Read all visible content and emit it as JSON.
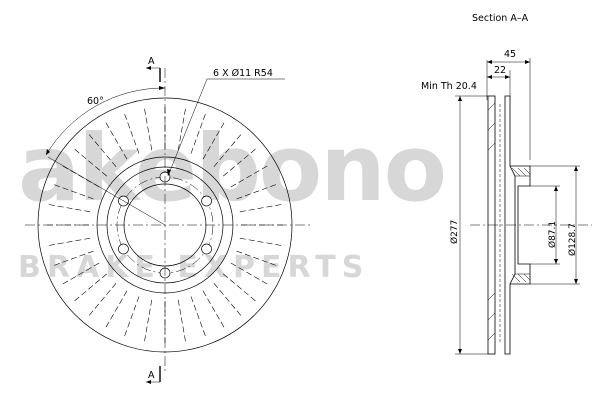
{
  "watermark": {
    "brand": "akebono",
    "tagline": "BRAKE EXPERTS"
  },
  "front_view": {
    "section_marker_top": "A",
    "section_marker_bottom": "A",
    "angle_label": "60°",
    "holes_label": "6 X Ø11 R54",
    "hole_count": 6,
    "vane_count": 36
  },
  "section_view": {
    "title": "Section A–A",
    "min_thickness_label": "Min Th 20.4",
    "dim_overall_height": "45",
    "dim_thickness": "22",
    "dim_outer_diameter": "Ø277",
    "dim_inner_1": "Ø87.1",
    "dim_inner_2": "Ø128.7"
  }
}
